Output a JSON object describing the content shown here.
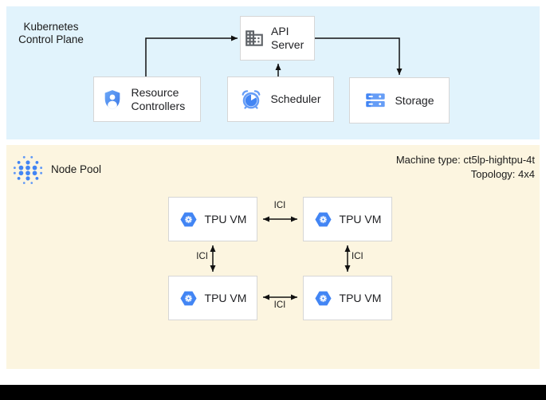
{
  "sections": {
    "control_plane": {
      "title": "Kubernetes Control Plane",
      "api_server": "API Server",
      "resource_controllers": "Resource Controllers",
      "scheduler": "Scheduler",
      "storage": "Storage"
    },
    "node_pool": {
      "title": "Node Pool",
      "machine_type": "Machine type: ct5lp-hightpu-4t",
      "topology": "Topology: 4x4",
      "vms": [
        "TPU VM",
        "TPU VM",
        "TPU VM",
        "TPU VM"
      ],
      "interconnect_label": "ICI"
    }
  },
  "icons": {
    "api_server": "building-icon",
    "resource_controllers": "shield-user-icon",
    "scheduler": "alarm-clock-icon",
    "storage": "server-racks-icon",
    "node_pool": "dot-cluster-icon",
    "tpu_vm": "hexagon-gear-icon"
  },
  "colors": {
    "control_plane_bg": "#e1f3fc",
    "node_pool_bg": "#fcf5e0",
    "box_border": "#d6d6d6",
    "accent_blue": "#4285f4",
    "light_blue": "#669df6",
    "icon_gray": "#5f6368",
    "arrow": "#111111",
    "bottom_bar": "#000000"
  }
}
